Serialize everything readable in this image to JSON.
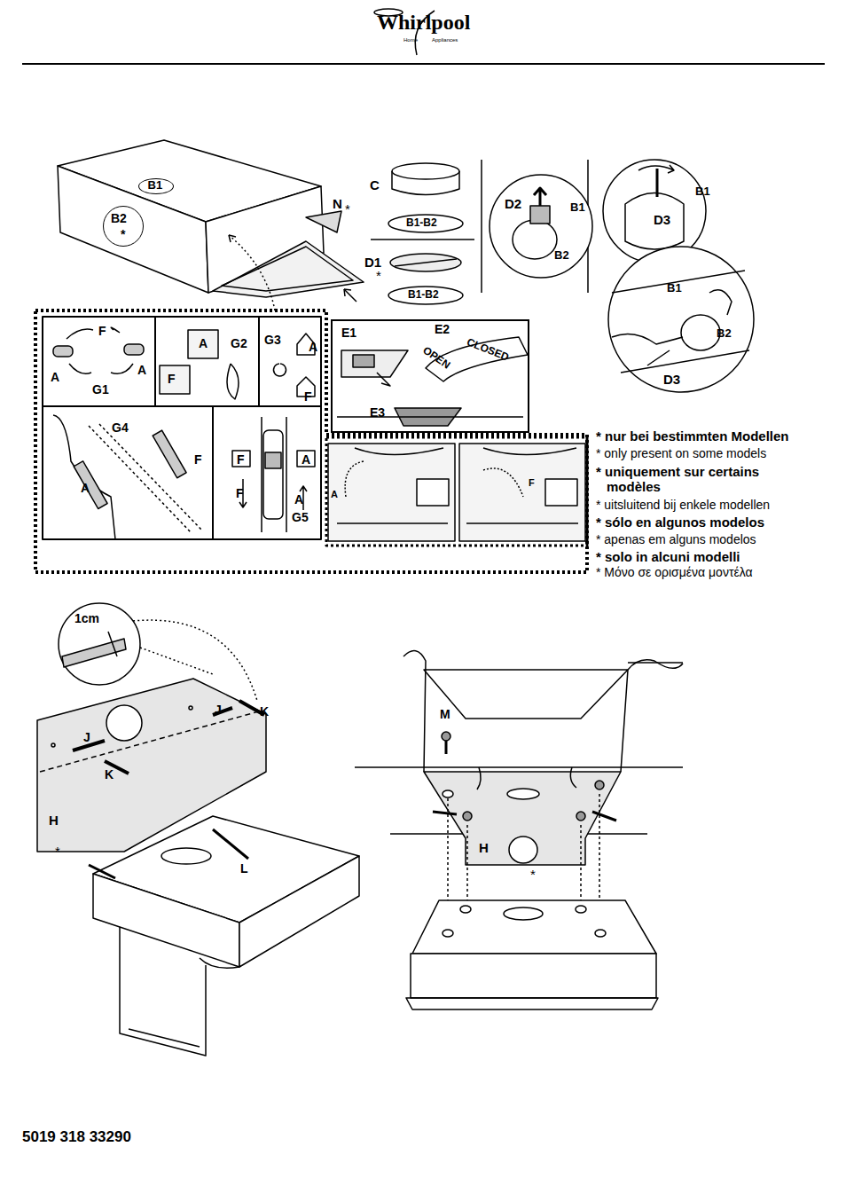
{
  "diagram": {
    "nodes": [
      {
        "text": [
          "B1"
        ]
      },
      {
        "text": [
          "B2",
          "*"
        ]
      },
      {
        "text": [
          "E1",
          "E2",
          "E3",
          "CLOSED",
          "OPEN"
        ]
      },
      {
        "text": [
          "F",
          "A",
          "A",
          "G1"
        ]
      },
      {
        "text": [
          "A",
          "G2",
          "F"
        ]
      },
      {
        "text": [
          "G3",
          "A",
          "F"
        ]
      },
      {
        "text": [
          "G4",
          "F",
          "A"
        ]
      },
      {
        "text": [
          "F",
          "A",
          "F",
          "A",
          "G5"
        ]
      }
    ],
    "labels": [
      "Whirlpool",
      "Home",
      "Appliances",
      "C",
      "N",
      "*",
      "B1-B2",
      "D1",
      "*",
      "B1-B2",
      "D2",
      "B1",
      "B2",
      "B1",
      "D3",
      "B1",
      "B2",
      "D3",
      "A",
      "F",
      "* nur bei bestimmten Modellen",
      "* only present on some models",
      "* uniquement sur certains modèles",
      "* uitsluitend bij enkele modellen",
      "* sólo en algunos modelos",
      "* apenas em alguns modelos",
      "* solo in alcuni modelli",
      "* Μόνο σε ορισμένα μοντέλα",
      "1cm",
      "J",
      "K",
      "J",
      "K",
      "H",
      "*",
      "L",
      "M",
      "H",
      "*",
      "5019 318 33290"
    ]
  }
}
